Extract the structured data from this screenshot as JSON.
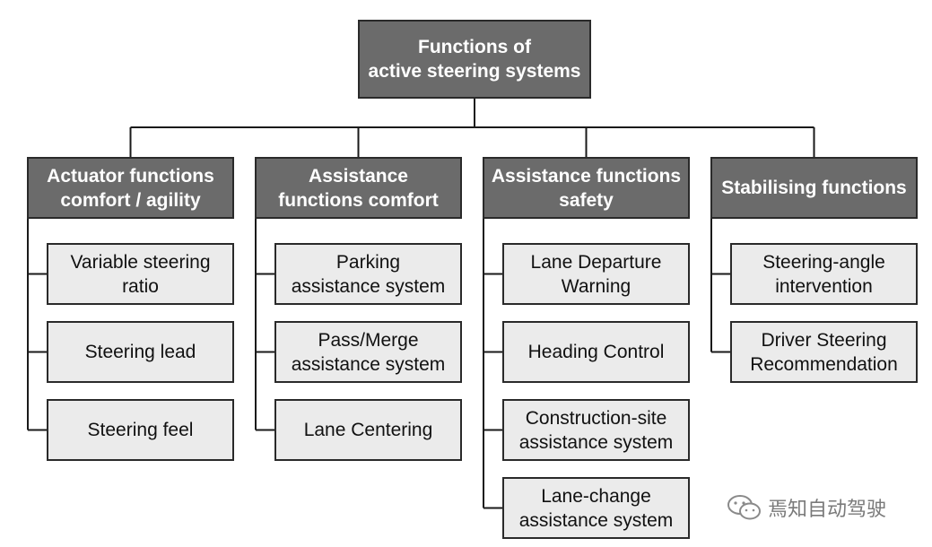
{
  "root": {
    "lines": [
      "Functions of",
      "active steering systems"
    ]
  },
  "categories": [
    {
      "lines": [
        "Actuator functions",
        "comfort / agility"
      ],
      "items": [
        {
          "lines": [
            "Variable steering",
            "ratio"
          ]
        },
        {
          "lines": [
            "Steering lead"
          ]
        },
        {
          "lines": [
            "Steering feel"
          ]
        }
      ]
    },
    {
      "lines": [
        "Assistance",
        "functions comfort"
      ],
      "items": [
        {
          "lines": [
            "Parking",
            "assistance system"
          ]
        },
        {
          "lines": [
            "Pass/Merge",
            "assistance system"
          ]
        },
        {
          "lines": [
            "Lane Centering"
          ]
        }
      ]
    },
    {
      "lines": [
        "Assistance functions",
        "safety"
      ],
      "items": [
        {
          "lines": [
            "Lane Departure",
            "Warning"
          ]
        },
        {
          "lines": [
            "Heading Control"
          ]
        },
        {
          "lines": [
            "Construction-site",
            "assistance system"
          ]
        },
        {
          "lines": [
            "Lane-change",
            "assistance system"
          ]
        }
      ]
    },
    {
      "lines": [
        "Stabilising functions"
      ],
      "items": [
        {
          "lines": [
            "Steering-angle",
            "intervention"
          ]
        },
        {
          "lines": [
            "Driver Steering",
            "Recommendation"
          ]
        }
      ]
    }
  ],
  "watermark": {
    "text": "焉知自动驾驶",
    "icon": "wechat-icon"
  }
}
